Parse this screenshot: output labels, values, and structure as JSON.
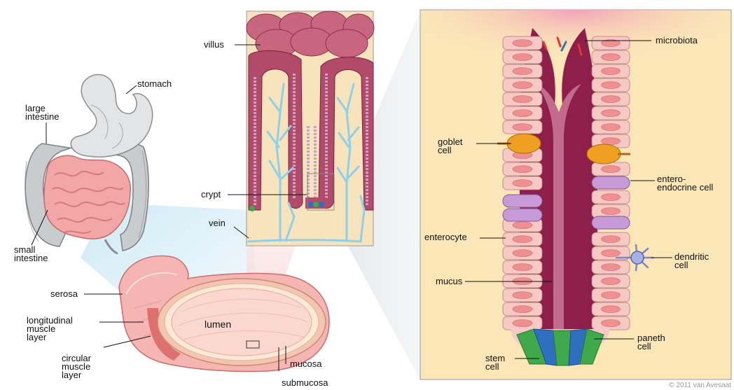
{
  "labels": {
    "stomach": "stomach",
    "large_intestine": "large\nintestine",
    "small_intestine": "small\nintestine",
    "villus": "villus",
    "crypt": "crypt",
    "vein": "vein",
    "serosa": "serosa",
    "longitudinal_muscle": "longitudinal\nmuscle\nlayer",
    "circular_muscle": "circular\nmuscle\nlayer",
    "lumen": "lumen",
    "mucosa": "mucosa",
    "submucosa": "submucosa",
    "microbiota": "microbiota",
    "goblet_cell": "goblet\ncell",
    "enteroendocrine_cell": "entero-\nendocrine cell",
    "enterocyte": "enterocyte",
    "dendritic_cell": "dendritic\ncell",
    "mucus": "mucus",
    "paneth_cell": "paneth\ncell",
    "stem_cell": "stem\ncell"
  },
  "credit": "© 2011 van Avesaat",
  "colors": {
    "crypt_panel_bg": "#fbe6b8",
    "villus_panel_bg": "#f7e4bd",
    "mucus": "#8e1f4b",
    "cell_pink": "#f6c9c4",
    "nucleus": "#f08f8f",
    "vein": "#8fd0e8",
    "stem": "#2f6fc0",
    "paneth": "#3fa84a",
    "goblet": "#f0a020",
    "enteroendocrine": "#c89bd8"
  }
}
